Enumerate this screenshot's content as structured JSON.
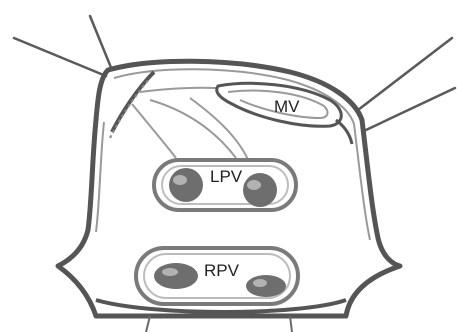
{
  "labels": {
    "mitral_valve": "MV",
    "left_pulmonary_veins": "LPV",
    "right_pulmonary_veins": "RPV"
  },
  "colors": {
    "outline": "#555555",
    "outline_light": "#9a9a9a",
    "vein_fill": "#6e6e6e",
    "vein_highlight": "#cfcfcf",
    "background": "#ffffff"
  }
}
